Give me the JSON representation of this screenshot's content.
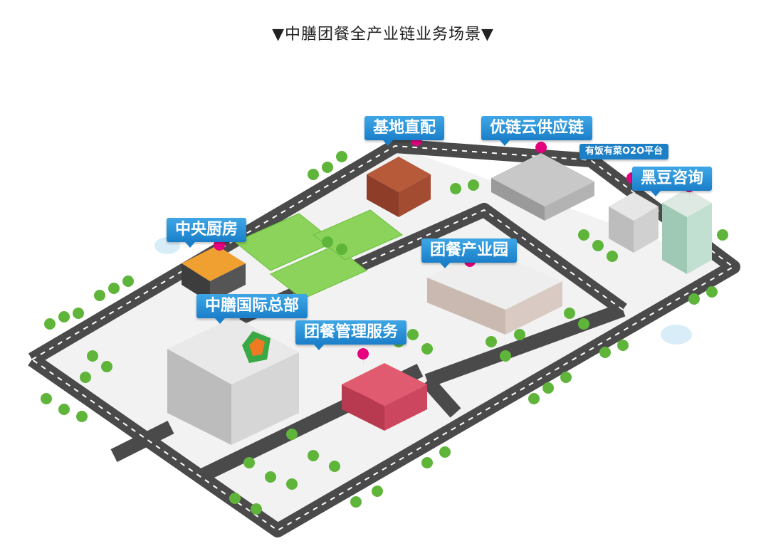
{
  "title": "▼中膳团餐全产业链业务场景▼",
  "labels": {
    "base_direct": "基地直配",
    "supply_cloud": "优链云供应链",
    "o2o_platform": "有饭有菜O2O平台",
    "heidou": "黑豆咨询",
    "central_kitchen": "中央厨房",
    "industrial_park": "团餐产业园",
    "headquarters": "中膳国际总部",
    "management": "团餐管理服务"
  },
  "colors": {
    "road": "#4a4a4a",
    "lawn": "#8bd35a",
    "tree": "#5fb53a",
    "label": "#1f86d0",
    "pin": "#e5007e"
  }
}
